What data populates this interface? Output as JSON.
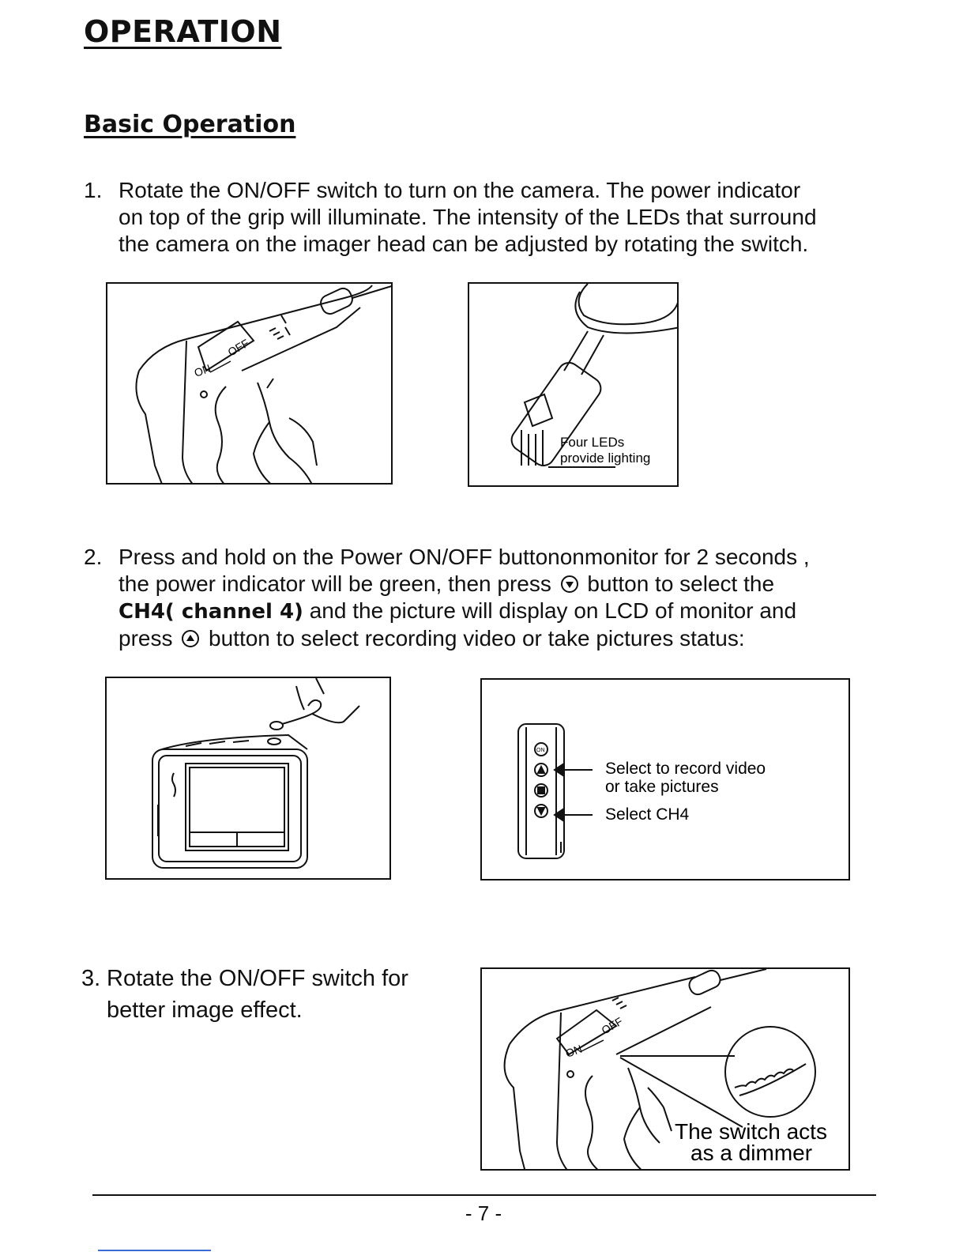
{
  "title": "OPERATION",
  "subtitle": "Basic Operation",
  "step1": {
    "num": "1.",
    "lines": [
      "Rotate the ON/OFF switch to turn on the camera. The power indicator",
      "on top of the grip will illuminate. The intensity of the LEDs that surround",
      "the camera on the imager head can be adjusted by rotating the switch."
    ]
  },
  "fig1": {
    "label_on": "ON",
    "label_off": "OFF"
  },
  "fig2": {
    "caption_line1": "Four LEDs",
    "caption_line2": "provide lighting"
  },
  "step2": {
    "num": "2.",
    "line1": "Press and hold on the Power ON/OFF buttononmonitor for 2 seconds ,",
    "line2_a": "the  power indicator will be green, then press",
    "line2_b": "button to select the",
    "line3_bold": "CH4( channel 4)",
    "line3_rest": " and the picture will display on LCD of monitor and",
    "line4_a": "press",
    "line4_b": "button to select recording video or take pictures status:"
  },
  "fig4": {
    "callout1_line1": "Select to record video",
    "callout1_line2": "or take pictures",
    "callout2": "Select CH4",
    "on_label": "ON"
  },
  "step3": {
    "num": "3.",
    "line1": "Rotate the ON/OFF switch for",
    "line2": "better image effect."
  },
  "fig5": {
    "caption_line1": "The switch acts",
    "caption_line2": "as a dimmer",
    "label_on": "ON",
    "label_off": "OFF"
  },
  "footer": {
    "page": "- 7 -"
  }
}
